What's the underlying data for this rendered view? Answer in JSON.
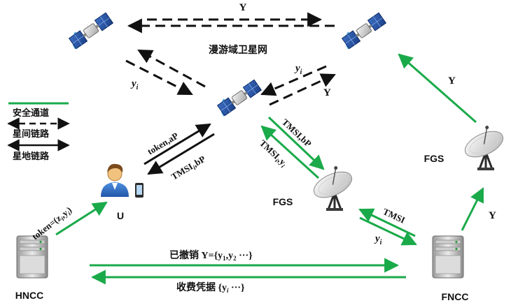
{
  "network_title": "漫游域卫星网",
  "legend": {
    "secure_channel": "安全通道",
    "inter_satellite_link": "星间链路",
    "satellite_ground_link": "星地链路"
  },
  "nodes": {
    "user": "U",
    "fgs_center": "FGS",
    "fgs_right": "FGS",
    "hncc": "HNCC",
    "fncc": "FNCC"
  },
  "links": {
    "sat_left_right": "Y",
    "sat_left_down_base": "y",
    "sat_left_down_sub": "i",
    "sat_right_down_base": "y",
    "sat_right_down_sub": "i",
    "sat_right_down_Y": "Y",
    "fncc_to_right_sat": "Y",
    "fgs_right_to_fncc": "Y",
    "user_sat_up": "token,aP",
    "user_sat_down_pre": "TMSI",
    "user_sat_down_sub": "i",
    "user_sat_down_post": ",bP",
    "sat_fgs_a": "TMSI,bP",
    "sat_fgs_b_pre": "TMSI",
    "sat_fgs_b_sub": "i",
    "sat_fgs_b_mid": ",y",
    "sat_fgs_b_sub2": "i",
    "fgs_fncc_tmsi": "TMSI",
    "fgs_fncc_y_base": "y",
    "fgs_fncc_y_sub": "i",
    "token_pre": "token=(z",
    "token_sub": "i",
    "token_mid": ",y",
    "token_sub2": "i",
    "token_post": ")",
    "revoked_cjk": "已撤销",
    "revoked_pre": " Y={y",
    "revoked_sub1": "1",
    "revoked_mid": ",y",
    "revoked_sub2": "2",
    "revoked_post": " ···}",
    "billing_cjk": "收费凭据",
    "billing_pre": " {y",
    "billing_sub": "i",
    "billing_post": " ···}"
  },
  "icons": {
    "satellite_left": "satellite-icon",
    "satellite_center": "satellite-icon",
    "satellite_right": "satellite-icon",
    "user": "user-icon",
    "phone": "phone-icon",
    "dish_center": "dish-antenna-icon",
    "dish_right": "dish-antenna-icon",
    "server_hncc": "server-icon",
    "server_fncc": "server-icon"
  },
  "colors": {
    "secure_channel": "#1aaa4a",
    "inter_satellite": "#111111",
    "satellite_ground": "#111111"
  }
}
